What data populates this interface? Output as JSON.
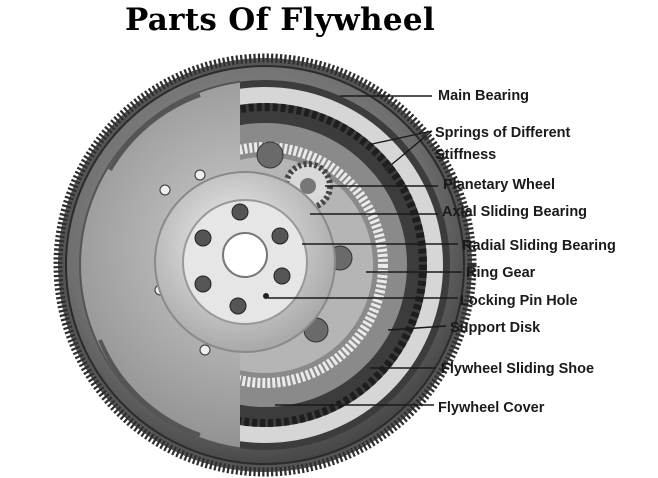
{
  "title": "Parts Of Flywheel",
  "labels": [
    {
      "id": "main-bearing",
      "text": "Main Bearing"
    },
    {
      "id": "springs",
      "line1": "Springs of Different",
      "line2": "Stiffness"
    },
    {
      "id": "planetary-wheel",
      "text": "Planetary Wheel"
    },
    {
      "id": "axial-sliding-bearing",
      "text": "Axial Sliding Bearing"
    },
    {
      "id": "radial-sliding-bearing",
      "text": "Radial Sliding Bearing"
    },
    {
      "id": "ring-gear",
      "text": "Ring Gear"
    },
    {
      "id": "locking-pin-hole",
      "text": "Locking Pin Hole"
    },
    {
      "id": "support-disk",
      "text": "Support Disk"
    },
    {
      "id": "flywheel-sliding-shoe",
      "text": "Flywheel Sliding Shoe"
    },
    {
      "id": "flywheel-cover",
      "text": "Flywheel Cover"
    }
  ]
}
